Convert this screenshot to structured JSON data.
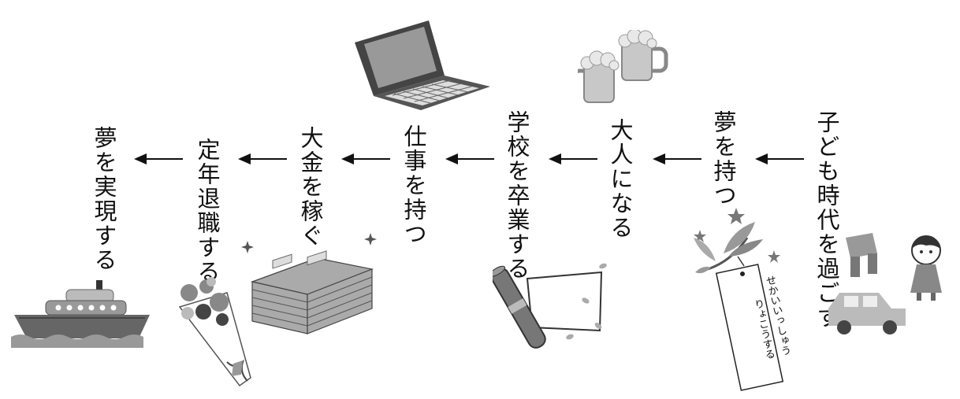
{
  "steps": [
    {
      "id": "childhood",
      "label": "子ども時代を過ごす"
    },
    {
      "id": "dream",
      "label": "夢を持つ"
    },
    {
      "id": "adult",
      "label": "大人になる"
    },
    {
      "id": "graduate",
      "label": "学校を卒業する"
    },
    {
      "id": "job",
      "label": "仕事を持つ"
    },
    {
      "id": "money",
      "label": "大金を稼ぐ"
    },
    {
      "id": "retire",
      "label": "定年退職する"
    },
    {
      "id": "realize",
      "label": "夢を実現する"
    }
  ],
  "tanzaku": {
    "line1": "せかいいっしゅう",
    "line2": "りょこうする"
  },
  "icons": [
    "toys-icon",
    "tanabata-icon",
    "beer-icon",
    "diploma-icon",
    "laptop-icon",
    "money-icon",
    "bouquet-icon",
    "ship-icon"
  ],
  "colors": {
    "text": "#111111",
    "dark": "#555555",
    "mid": "#888888",
    "light": "#bdbdbd"
  }
}
